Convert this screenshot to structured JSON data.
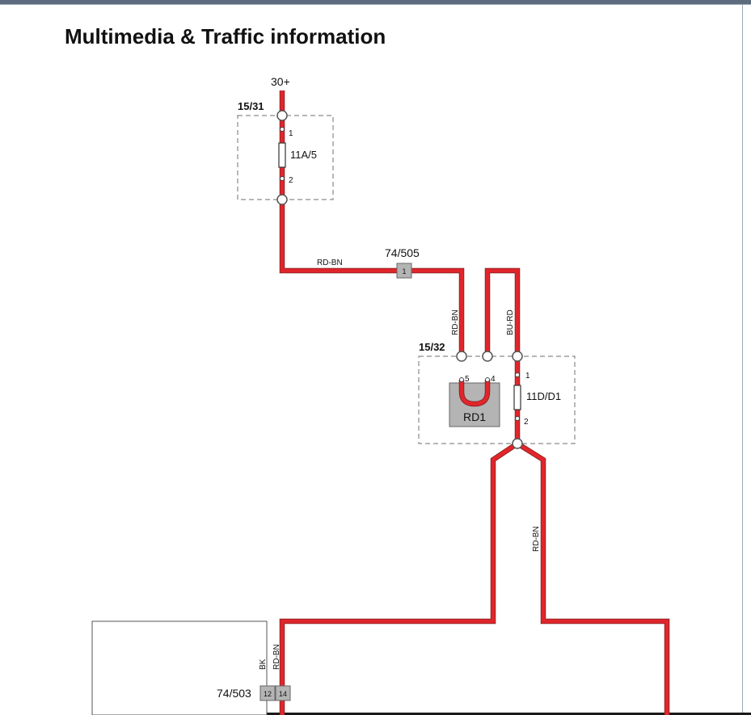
{
  "page_title": "Multimedia & Traffic information",
  "supply": {
    "label": "30+"
  },
  "fuse_box_1": {
    "id": "15/31",
    "fuse": "11A/5",
    "pin_top": "1",
    "pin_bottom": "2"
  },
  "connector_74_505": {
    "label": "74/505",
    "pin": "1"
  },
  "fuse_box_2": {
    "id": "15/32",
    "relay": "RD1",
    "relay_pin_left": "5",
    "relay_pin_right": "4",
    "fuse": "11D/D1",
    "fuse_pin_top": "1",
    "fuse_pin_bottom": "2"
  },
  "connector_74_503": {
    "label": "74/503",
    "pin_a": "12",
    "pin_b": "14"
  },
  "wire_labels": {
    "w1": "RD-BN",
    "w2": "RD-BN",
    "w3": "BU-RD",
    "w4": "RD-BN",
    "w5": "BK",
    "w6": "RD-BN"
  },
  "colors": {
    "wire": "#e0262b",
    "wire_edge": "#7a1d1d",
    "dashed_box": "#8a8a8a",
    "component_fill": "#b4b4b4"
  }
}
